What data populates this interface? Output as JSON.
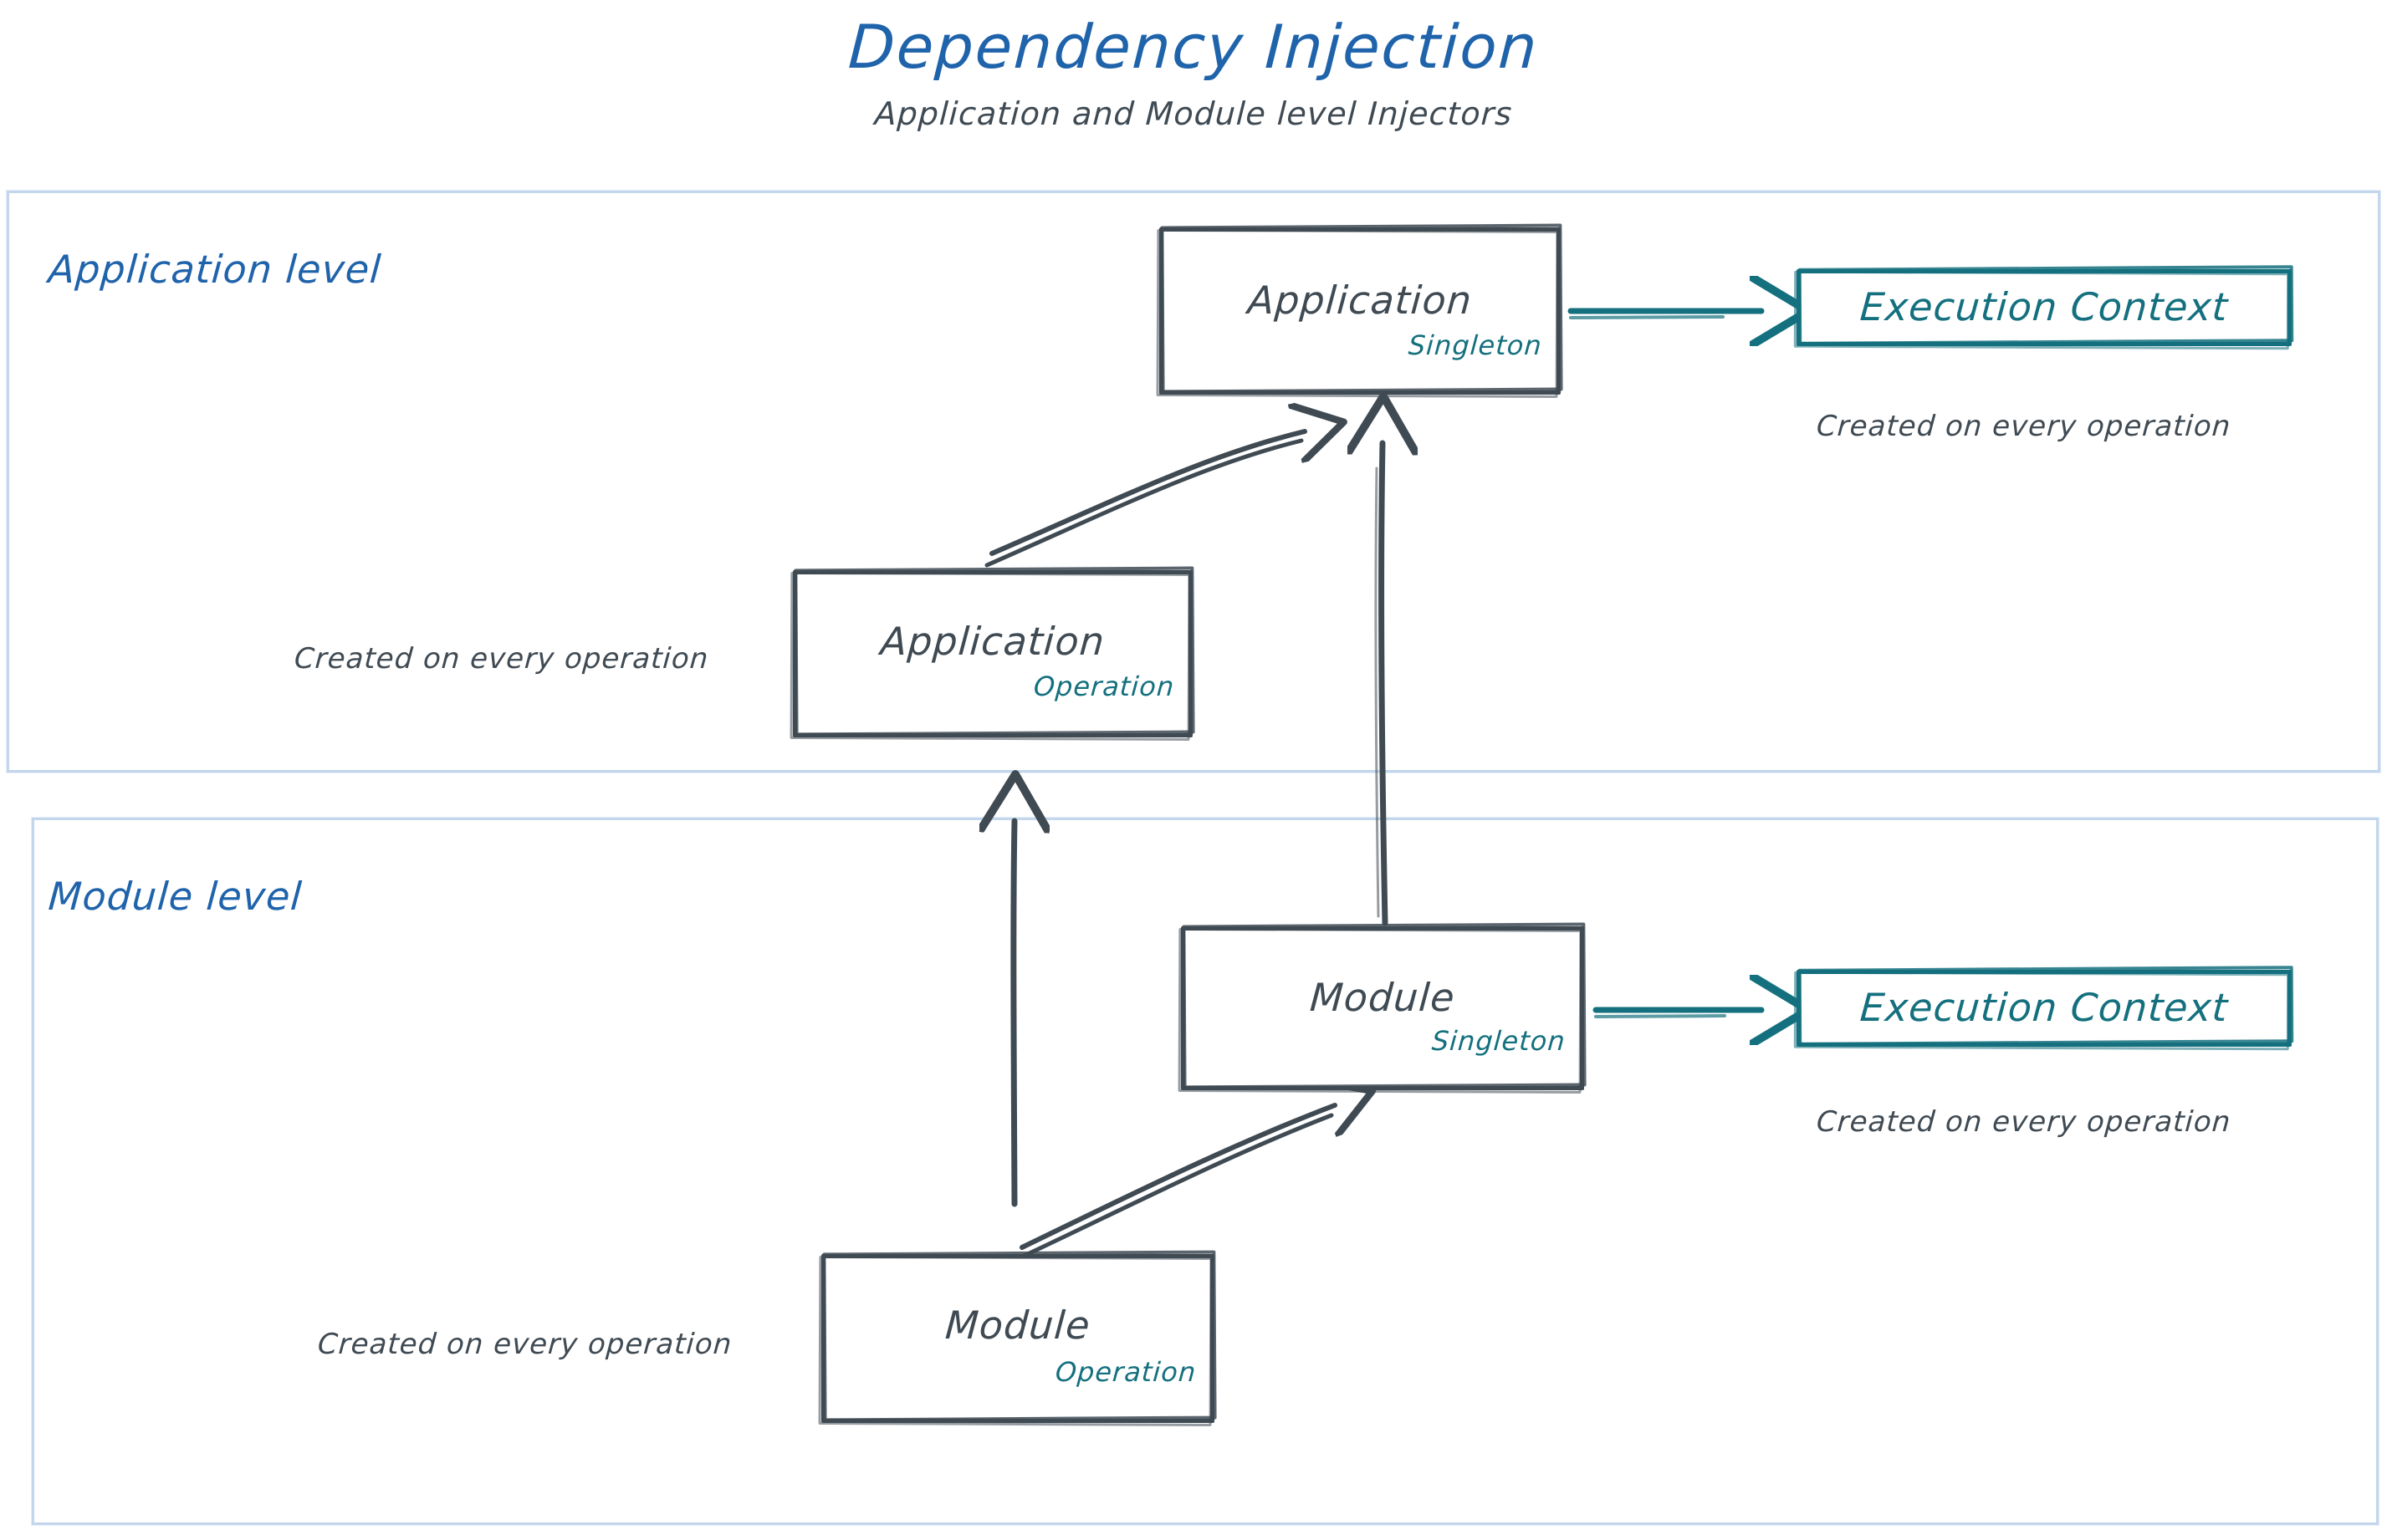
{
  "title": "Dependency Injection",
  "subtitle": "Application and Module level Injectors",
  "colors": {
    "title_blue": "#1f63ab",
    "ink_gray": "#3f4a53",
    "teal": "#14707e",
    "container_border": "#c3d6ec"
  },
  "levels": [
    {
      "id": "application-level",
      "label": "Application level"
    },
    {
      "id": "module-level",
      "label": "Module level"
    }
  ],
  "nodes": {
    "application_singleton": {
      "title": "Application",
      "scope": "Singleton"
    },
    "application_operation": {
      "title": "Application",
      "scope": "Operation"
    },
    "module_singleton": {
      "title": "Module",
      "scope": "Singleton"
    },
    "module_operation": {
      "title": "Module",
      "scope": "Operation"
    },
    "execution_context_app": {
      "title": "Execution Context"
    },
    "execution_context_mod": {
      "title": "Execution Context"
    }
  },
  "captions": {
    "execution_context_app": "Created on every operation",
    "execution_context_mod": "Created on every operation",
    "application_operation": "Created on every operation",
    "module_operation": "Created on every operation"
  },
  "edges": [
    {
      "from": "application_operation",
      "to": "application_singleton",
      "style": "double-line-arrow",
      "color": "#3f4a53"
    },
    {
      "from": "module_singleton",
      "to": "application_singleton",
      "style": "single-line-arrow",
      "color": "#3f4a53"
    },
    {
      "from": "module_operation",
      "to": "application_operation",
      "style": "single-line-arrow",
      "color": "#3f4a53"
    },
    {
      "from": "module_operation",
      "to": "module_singleton",
      "style": "double-line-arrow",
      "color": "#3f4a53"
    },
    {
      "from": "application_singleton",
      "to": "execution_context_app",
      "style": "double-line-arrow",
      "color": "#14707e"
    },
    {
      "from": "module_singleton",
      "to": "execution_context_mod",
      "style": "double-line-arrow",
      "color": "#14707e"
    }
  ]
}
